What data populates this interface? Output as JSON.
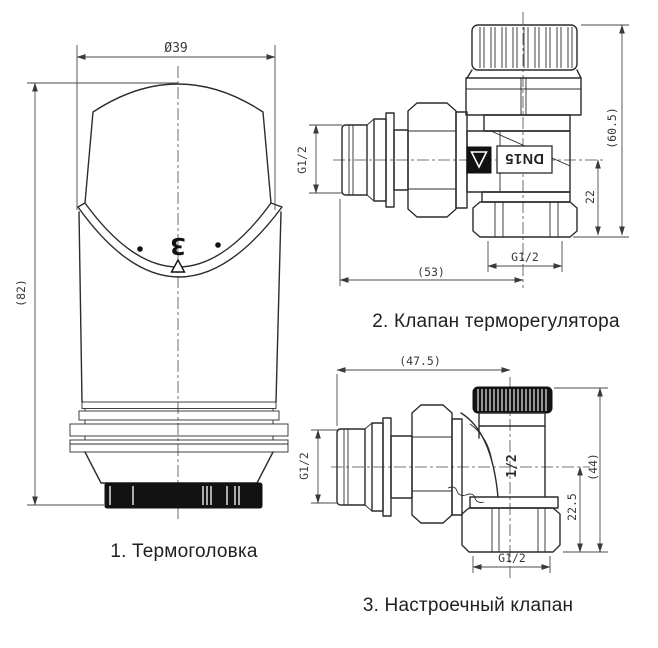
{
  "colors": {
    "background": "#ffffff",
    "line": "#2c2c2c",
    "dimension_text": "#3a3a3a",
    "caption_text": "#1f1f1f",
    "solid_black": "#121212"
  },
  "thermohead": {
    "caption": "1. Термоголовка",
    "diameter": "Ø39",
    "height": "(82)",
    "dial_mark": "3"
  },
  "thermo_valve": {
    "caption": "2. Клапан терморегулятора",
    "inlet_thread": "G1/2",
    "body_marking": "DN15",
    "brand_logo_icon": "triangle-v-logo",
    "overall_height": "(60.5)",
    "outlet_offset": "22",
    "outlet_thread": "G1/2",
    "overall_length": "(53)"
  },
  "setting_valve": {
    "caption": "3. Настроечный клапан",
    "overall_length": "(47.5)",
    "inlet_thread": "G1/2",
    "body_marking": "1/2",
    "overall_height": "(44)",
    "outlet_offset": "22.5",
    "outlet_thread": "G1/2"
  }
}
